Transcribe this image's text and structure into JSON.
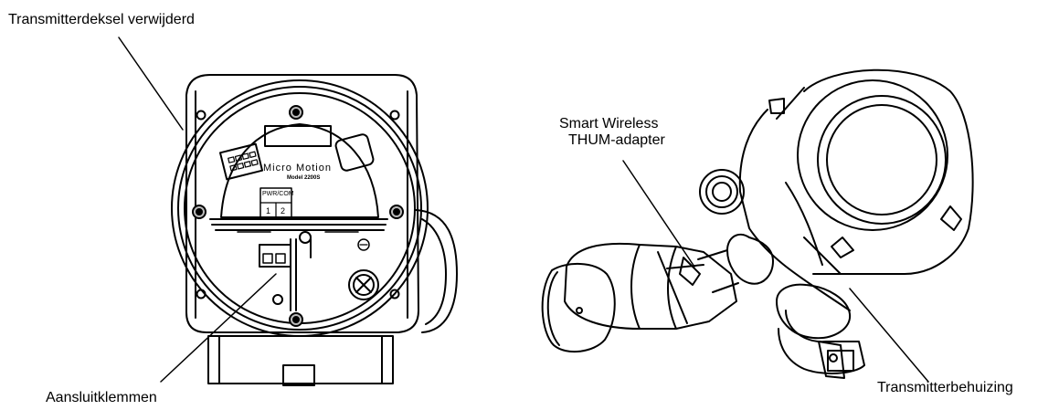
{
  "callouts": {
    "cover_removed": "Transmitterdeksel verwijderd",
    "terminals": "Aansluitklemmen",
    "thum_line1": "Smart Wireless",
    "thum_line2": "THUM-adapter",
    "housing": "Transmitterbehuizing"
  },
  "panel": {
    "brand": "Micro Motion",
    "model": "Model 2200S",
    "terminal_header": "PWR/COM",
    "terminal_1": "1",
    "terminal_2": "2"
  }
}
